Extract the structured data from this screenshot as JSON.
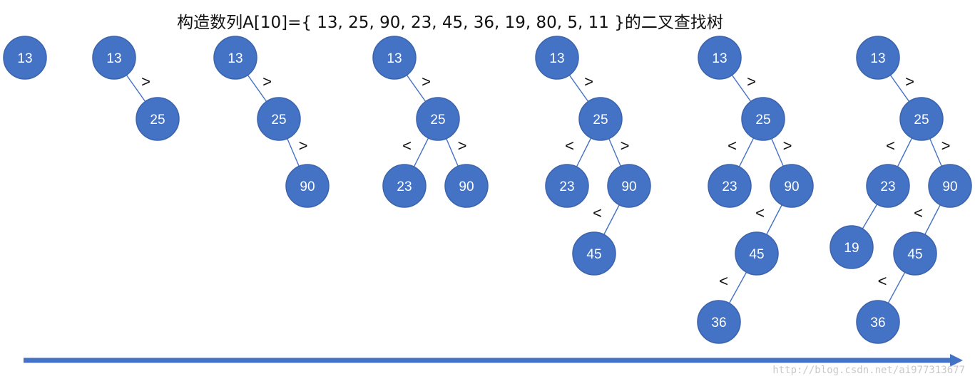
{
  "title": "构造数列A[10]={ 13, 25, 90, 23, 45, 36, 19, 80, 5, 11 }的二叉查找树",
  "watermark": "http://blog.csdn.net/ai977313677",
  "colors": {
    "node_fill": "#4472c4",
    "node_stroke": "#3b64ad",
    "edge": "#4472c4",
    "arrow": "#4472c4"
  },
  "snapshots": [
    {
      "nodes": [
        {
          "id": "13",
          "label": "13"
        }
      ],
      "edges": []
    },
    {
      "nodes": [
        {
          "id": "13",
          "label": "13"
        },
        {
          "id": "25",
          "label": "25"
        }
      ],
      "edges": [
        {
          "from": "13",
          "to": "25",
          "cmp": ">"
        }
      ]
    },
    {
      "nodes": [
        {
          "id": "13",
          "label": "13"
        },
        {
          "id": "25",
          "label": "25"
        },
        {
          "id": "90",
          "label": "90"
        }
      ],
      "edges": [
        {
          "from": "13",
          "to": "25",
          "cmp": ">"
        },
        {
          "from": "25",
          "to": "90",
          "cmp": ">"
        }
      ]
    },
    {
      "nodes": [
        {
          "id": "13",
          "label": "13"
        },
        {
          "id": "25",
          "label": "25"
        },
        {
          "id": "23",
          "label": "23"
        },
        {
          "id": "90",
          "label": "90"
        }
      ],
      "edges": [
        {
          "from": "13",
          "to": "25",
          "cmp": ">"
        },
        {
          "from": "25",
          "to": "23",
          "cmp": "<"
        },
        {
          "from": "25",
          "to": "90",
          "cmp": ">"
        }
      ]
    },
    {
      "nodes": [
        {
          "id": "13",
          "label": "13"
        },
        {
          "id": "25",
          "label": "25"
        },
        {
          "id": "23",
          "label": "23"
        },
        {
          "id": "90",
          "label": "90"
        },
        {
          "id": "45",
          "label": "45"
        }
      ],
      "edges": [
        {
          "from": "13",
          "to": "25",
          "cmp": ">"
        },
        {
          "from": "25",
          "to": "23",
          "cmp": "<"
        },
        {
          "from": "25",
          "to": "90",
          "cmp": ">"
        },
        {
          "from": "90",
          "to": "45",
          "cmp": "<"
        }
      ]
    },
    {
      "nodes": [
        {
          "id": "13",
          "label": "13"
        },
        {
          "id": "25",
          "label": "25"
        },
        {
          "id": "23",
          "label": "23"
        },
        {
          "id": "90",
          "label": "90"
        },
        {
          "id": "45",
          "label": "45"
        },
        {
          "id": "36",
          "label": "36"
        }
      ],
      "edges": [
        {
          "from": "13",
          "to": "25",
          "cmp": ">"
        },
        {
          "from": "25",
          "to": "23",
          "cmp": "<"
        },
        {
          "from": "25",
          "to": "90",
          "cmp": ">"
        },
        {
          "from": "90",
          "to": "45",
          "cmp": "<"
        },
        {
          "from": "45",
          "to": "36",
          "cmp": "<"
        }
      ]
    },
    {
      "nodes": [
        {
          "id": "13",
          "label": "13"
        },
        {
          "id": "25",
          "label": "25"
        },
        {
          "id": "23",
          "label": "23"
        },
        {
          "id": "90",
          "label": "90"
        },
        {
          "id": "19",
          "label": "19"
        },
        {
          "id": "45",
          "label": "45"
        },
        {
          "id": "36",
          "label": "36"
        }
      ],
      "edges": [
        {
          "from": "13",
          "to": "25",
          "cmp": ">"
        },
        {
          "from": "25",
          "to": "23",
          "cmp": "<"
        },
        {
          "from": "25",
          "to": "90",
          "cmp": ">"
        },
        {
          "from": "23",
          "to": "19",
          "cmp": ""
        },
        {
          "from": "90",
          "to": "45",
          "cmp": "<"
        },
        {
          "from": "45",
          "to": "36",
          "cmp": "<"
        }
      ]
    }
  ]
}
